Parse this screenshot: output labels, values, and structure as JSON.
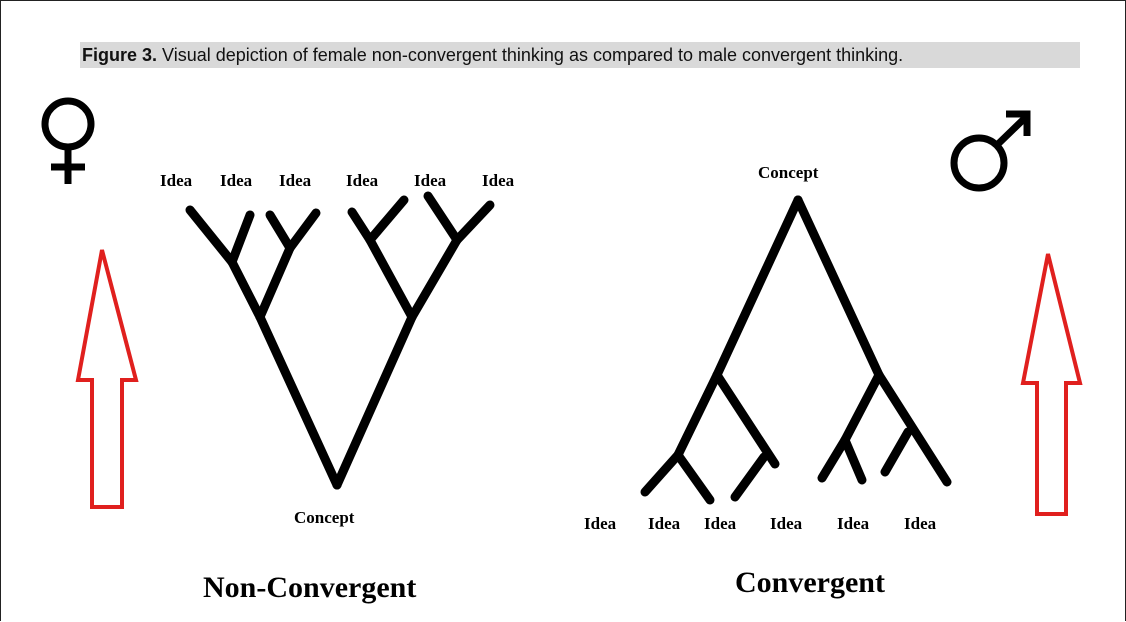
{
  "caption": {
    "label": "Figure 3.",
    "text": " Visual depiction of female non-convergent thinking as compared to male convergent thinking."
  },
  "symbols": {
    "female": "female-symbol",
    "male": "male-symbol"
  },
  "colors": {
    "arrow": "#e0201e",
    "line": "#000000",
    "caption_bg": "#d9d9d9"
  },
  "left_diagram": {
    "top_labels": [
      "Idea",
      "Idea",
      "Idea",
      "Idea",
      "Idea",
      "Idea"
    ],
    "root_label": "Concept",
    "title": "Non-Convergent"
  },
  "right_diagram": {
    "root_label": "Concept",
    "bottom_labels": [
      "Idea",
      "Idea",
      "Idea",
      "Idea",
      "Idea",
      "Idea"
    ],
    "title": "Convergent"
  }
}
